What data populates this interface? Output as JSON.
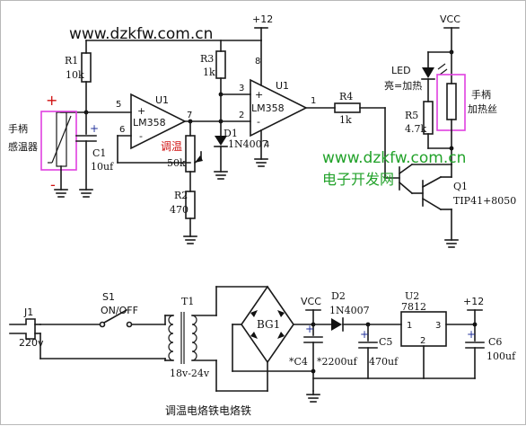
{
  "watermark_top": "www.dzkfw.com.cn",
  "watermark_mid_url": "www.dzkfw.com.cn",
  "watermark_mid_cn": "电子开发网",
  "caption": "调温电烙铁电烙铁",
  "power": {
    "plus12_top": "+12",
    "plus12_bottom": "+12",
    "vcc_top": "VCC",
    "vcc_bottom": "VCC"
  },
  "components": {
    "R1": {
      "ref": "R1",
      "value": "10k"
    },
    "R3": {
      "ref": "R3",
      "value": "1k"
    },
    "R4": {
      "ref": "R4",
      "value": "1k"
    },
    "R5": {
      "ref": "R5",
      "value": "4.7k"
    },
    "R2": {
      "ref": "R2",
      "value": "470"
    },
    "C1": {
      "ref": "C1",
      "value": "10uf"
    },
    "U1a": {
      "ref": "U1",
      "part": "LM358"
    },
    "U1b": {
      "ref": "U1",
      "part": "LM358"
    },
    "D1": {
      "ref": "D1",
      "part": "1N4007"
    },
    "D2": {
      "ref": "D2",
      "part": "1N4007"
    },
    "VR": {
      "name": "调温",
      "value": "50k"
    },
    "LED": {
      "ref": "LED",
      "desc": "亮=加热"
    },
    "Q1": {
      "ref": "Q1",
      "part": "TIP41+8050"
    },
    "J1": {
      "ref": "J1",
      "value": "220v"
    },
    "S1": {
      "ref": "S1",
      "desc": "ON/OFF"
    },
    "T1": {
      "ref": "T1",
      "value": "18v-24v"
    },
    "BG1": {
      "ref": "BG1"
    },
    "C4": {
      "ref": "*C4"
    },
    "C5": {
      "ref": "C5",
      "value": "470uf",
      "extra": "*2200uf"
    },
    "C6": {
      "ref": "C6",
      "value": "100uf"
    },
    "U2": {
      "ref": "U2",
      "part": "7812",
      "pin1": "1",
      "pin3": "3",
      "pin2": "2"
    }
  },
  "labels": {
    "sensor": "感温器",
    "handle_left": "手柄",
    "handle_right_1": "手柄",
    "handle_right_2": "加热丝"
  },
  "pins": {
    "p5": "5",
    "p6": "6",
    "p7": "7",
    "p3": "3",
    "p2": "2",
    "p1": "1",
    "p8": "8",
    "p4": "4"
  },
  "signs": {
    "plus": "+",
    "minus": "-"
  }
}
